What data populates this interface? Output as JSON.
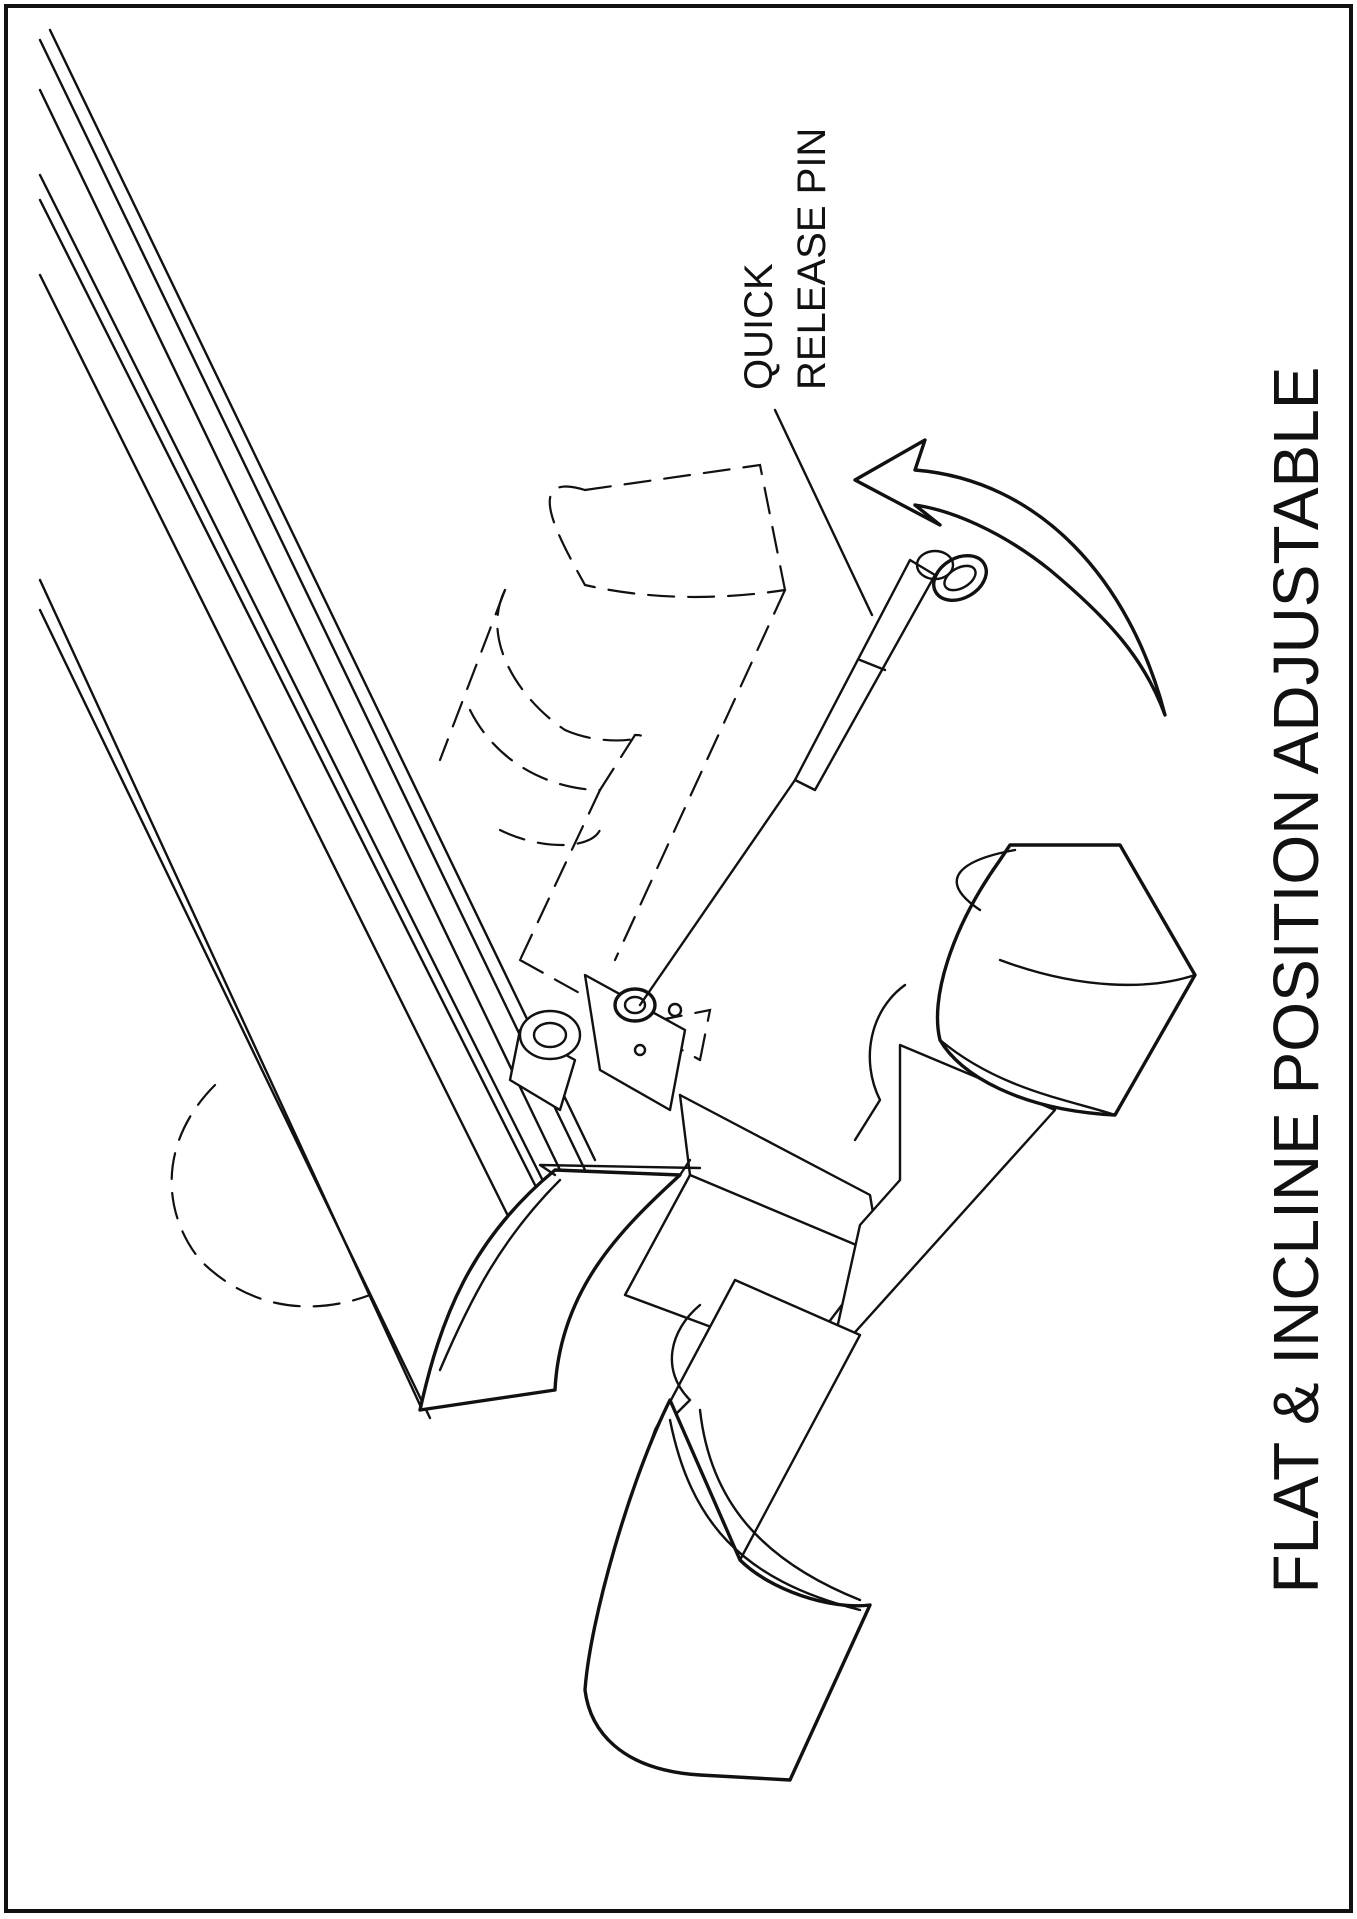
{
  "labels": {
    "pin_line1": "QUICK",
    "pin_line2": "RELEASE PIN",
    "caption": "FLAT & INCLINE POSITION ADJUSTABLE"
  },
  "colors": {
    "ink": "#111111",
    "paper": "#ffffff"
  }
}
